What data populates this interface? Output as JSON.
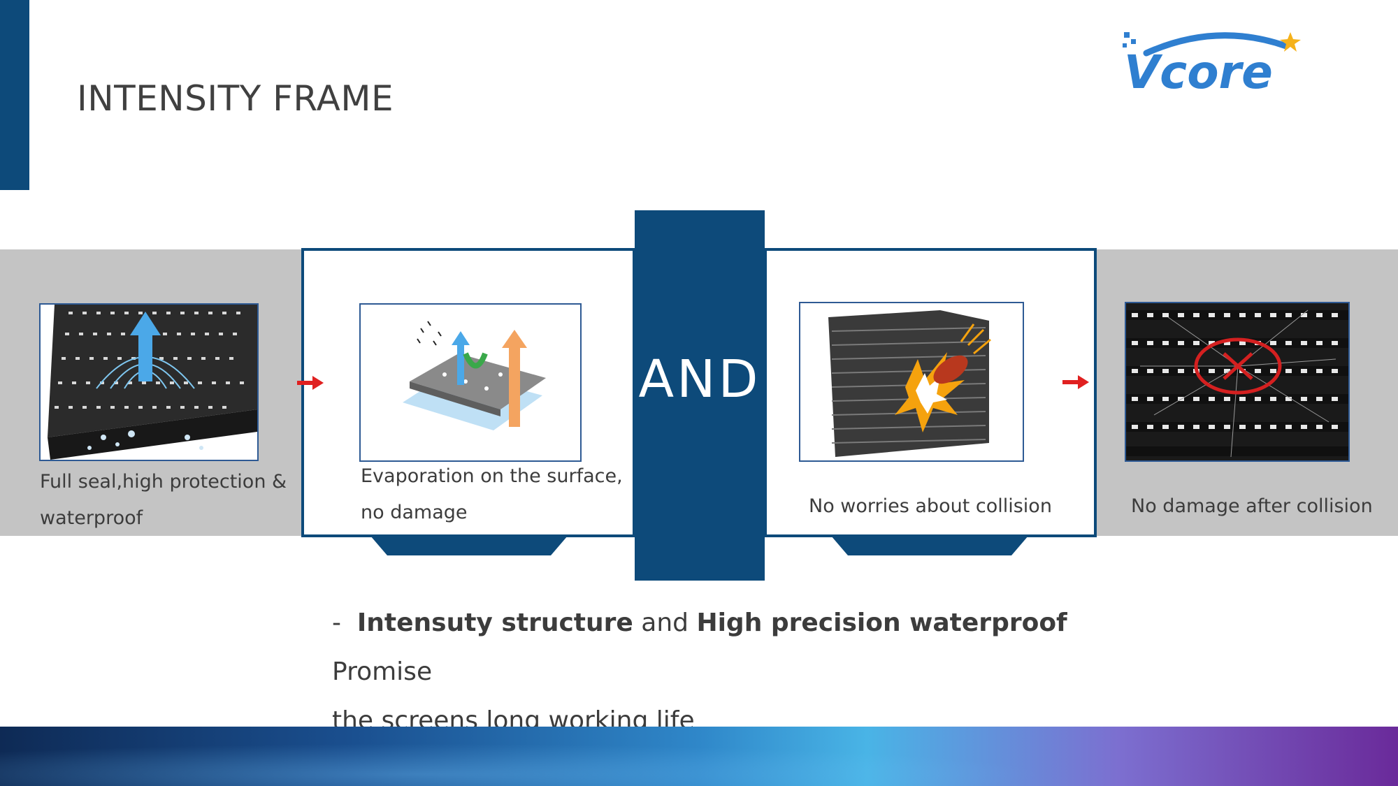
{
  "slide": {
    "title": "INTENSITY FRAME",
    "logo_text": "Vcore",
    "center_label": "AND"
  },
  "panels": [
    {
      "caption_line1": "Full seal,high protection &",
      "caption_line2": "waterproof"
    },
    {
      "caption_line1": "Evaporation on the surface,",
      "caption_line2": "no damage"
    },
    {
      "caption_line1": "No worries about collision"
    },
    {
      "caption_line1": "No damage after collision"
    }
  ],
  "summary": {
    "dash": "-",
    "bold1": "Intensuty structure",
    "connector": "and",
    "bold2": "High precision waterproof",
    "rest": "Promise",
    "line2": "the screens long working life"
  },
  "colors": {
    "brand_navy": "#0d4a7a",
    "band_gray": "#c4c4c4",
    "arrow_red": "#e02020",
    "logo_blue": "#2f7fd0",
    "star_yellow": "#f5b21b"
  }
}
